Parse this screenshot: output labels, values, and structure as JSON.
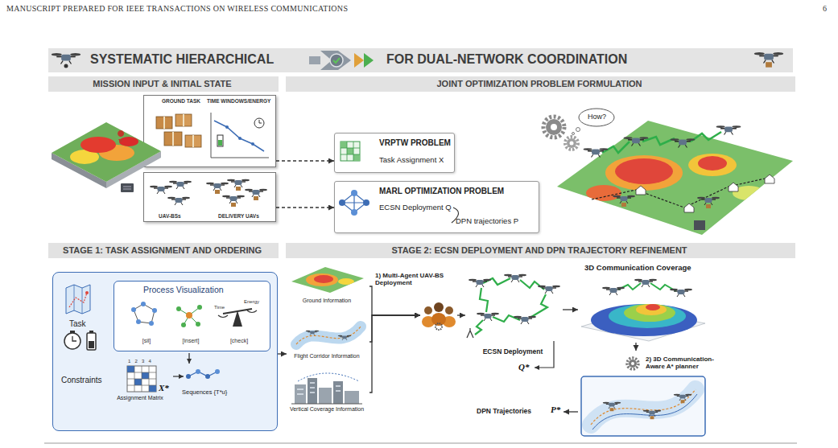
{
  "diagram": {
    "nodes": [
      {
        "text": [
          "SYSTEMATIC HIERARCHICAL",
          "FOR DUAL-NETWORK COORDINATION"
        ]
      },
      {
        "text": [
          "MISSION INPUT & INITIAL STATE"
        ]
      },
      {
        "text": [
          "JOINT OPTIMIZATION PROBLEM FORMULATION"
        ]
      },
      {
        "text": [
          "GROUND TASK",
          "TIME WINDOWS/ENERGY"
        ]
      },
      {
        "text": [
          "UAV-BSs",
          "DELIVERY UAVs"
        ]
      },
      {
        "text": [
          "VRPTW PROBLEM",
          "Task Assignment X"
        ]
      },
      {
        "text": [
          "MARL OPTIMIZATION PROBLEM",
          "ECSN Deployment Q",
          "DPN trajectories P"
        ]
      },
      {
        "text": [
          "STAGE 1: TASK ASSIGNMENT AND ORDERING"
        ]
      },
      {
        "text": [
          "STAGE 2: ECSN DEPLOYMENT AND DPN TRAJECTORY REFINEMENT"
        ]
      },
      {
        "text": [
          "Task",
          "Constraints"
        ]
      },
      {
        "text": [
          "Process Visualization",
          "[sil]",
          "[insert]",
          "[check]"
        ],
        "in": 9
      },
      {
        "text": [
          "Ground Information"
        ]
      },
      {
        "text": [
          "Flight Corridor Information"
        ]
      },
      {
        "text": [
          "Vertical Coverage Information"
        ]
      },
      {
        "text": [
          "1) Multi-Agent UAV-BS Deployment"
        ]
      },
      {
        "text": [
          "ECSN Deployment",
          "Q*"
        ]
      },
      {
        "text": [
          "3D Communication Coverage"
        ]
      },
      {
        "text": [
          "2) 3D Communication-Aware A* planner"
        ]
      },
      {
        "text": [
          "DPN Trajectories",
          "P*"
        ]
      }
    ],
    "edges": [
      {
        "from": 3,
        "to": 5,
        "arrow": "to"
      },
      {
        "from": 4,
        "to": 6,
        "arrow": "to"
      },
      {
        "from": 9,
        "to": 12,
        "arrow": "to"
      },
      {
        "from": 11,
        "to": 14,
        "arrow": "to"
      },
      {
        "from": 12,
        "to": 14,
        "arrow": "to"
      },
      {
        "from": 13,
        "to": 14,
        "arrow": "to"
      },
      {
        "from": 14,
        "to": 15,
        "arrow": "to"
      },
      {
        "from": 15,
        "to": 16,
        "arrow": "to"
      },
      {
        "from": 16,
        "to": 17,
        "arrow": "to"
      },
      {
        "from": 17,
        "to": 18,
        "arrow": "to"
      }
    ],
    "labels": [
      "MANUSCRIPT PREPARED FOR IEEE TRANSACTIONS ON WIRELESS COMMUNICATIONS",
      "6",
      "How?",
      "Time",
      "Energy",
      "1 2 3 4",
      "Assignment Matrix",
      "X*",
      "Sequences {T*u}"
    ]
  }
}
